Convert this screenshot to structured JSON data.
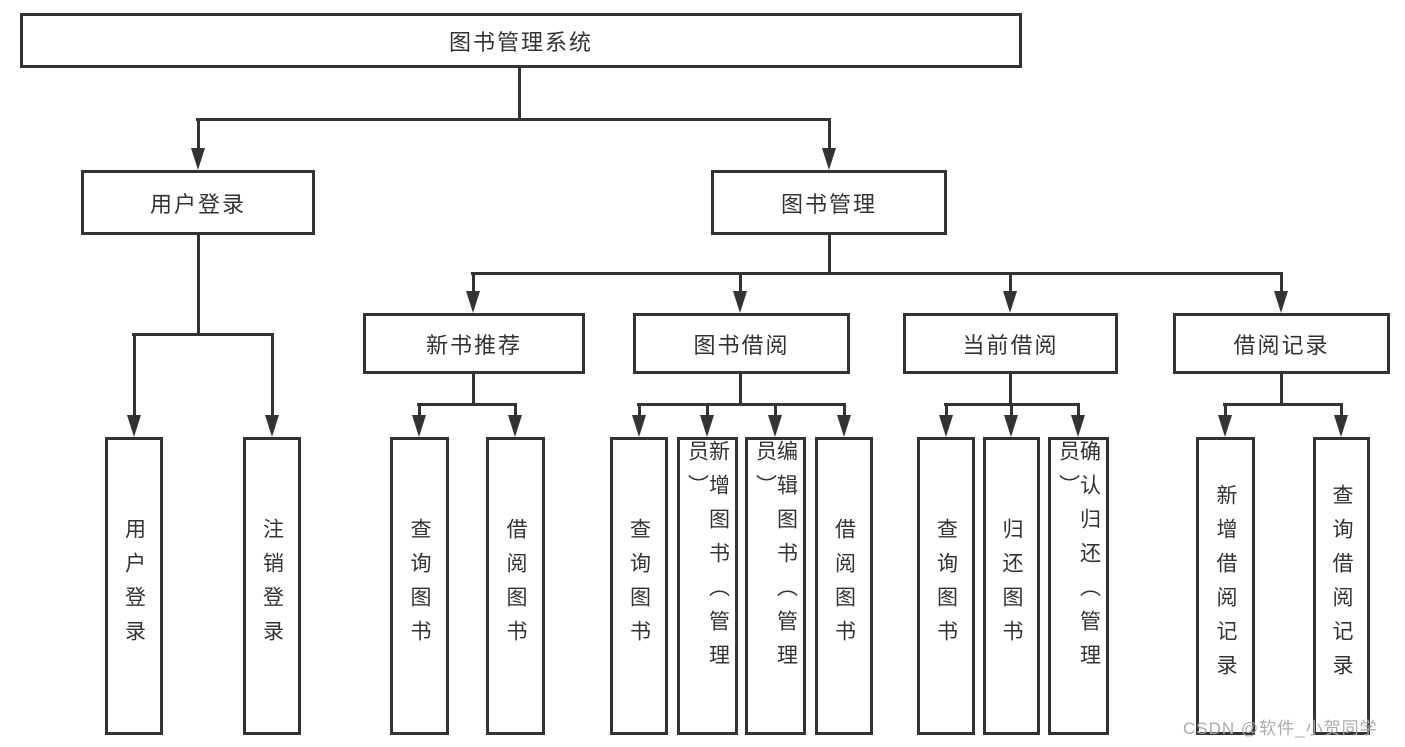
{
  "diagram_title": "图书管理系统",
  "nodes": {
    "system": "图书管理系统",
    "user_login": "用户登录",
    "book_management": "图书管理",
    "new_book_recommend": "新书推荐",
    "book_borrowing": "图书借阅",
    "current_borrowing": "当前借阅",
    "borrowing_records": "借阅记录",
    "leaves": {
      "user_login": "用户登录",
      "logout_login": "注销登录",
      "rec_query_books": "查询图书",
      "rec_borrow_books": "借阅图书",
      "bor_query_books": "查询图书",
      "bor_add_books_admin": "新增图书（管理员）",
      "bor_edit_books_admin": "编辑图书（管理员）",
      "bor_borrow_books": "借阅图书",
      "cur_query_books": "查询图书",
      "cur_return_books": "归还图书",
      "cur_confirm_return_admin": "确认归还（管理员）",
      "his_add_record": "新增借阅记录",
      "his_query_record": "查询借阅记录"
    }
  },
  "watermark": "CSDN @软件_小贺同学",
  "colors": {
    "line": "#333333",
    "text": "#333333",
    "background": "#ffffff",
    "watermark": "#ababab"
  }
}
